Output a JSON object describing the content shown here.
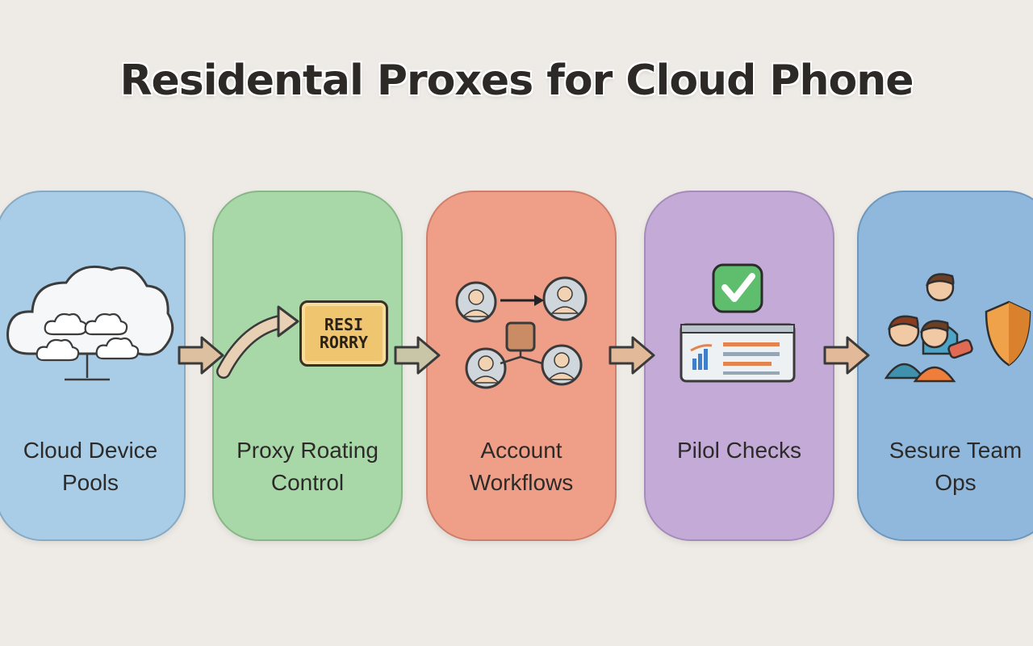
{
  "title": "Residental Proxes for Cloud Phone",
  "badge": {
    "line1": "RESI",
    "line2": "RORRY"
  },
  "cards": [
    {
      "label_line1": "Cloud Device",
      "label_line2": "Pools",
      "color": "#a9cde6",
      "icon": "cloud-icon"
    },
    {
      "label_line1": "Proxy Roating",
      "label_line2": "Control",
      "color": "#a9d8a8",
      "icon": "proxy-badge-icon"
    },
    {
      "label_line1": "Account",
      "label_line2": "Workflows",
      "color": "#ef9e88",
      "icon": "account-network-icon"
    },
    {
      "label_line1": "Pilol Checks",
      "label_line2": "",
      "color": "#c4aad6",
      "icon": "checklist-dashboard-icon"
    },
    {
      "label_line1": "Sesure Team",
      "label_line2": "Ops",
      "color": "#8fb8dc",
      "icon": "team-shield-icon"
    }
  ],
  "arrow_color": "#d9bfa1"
}
